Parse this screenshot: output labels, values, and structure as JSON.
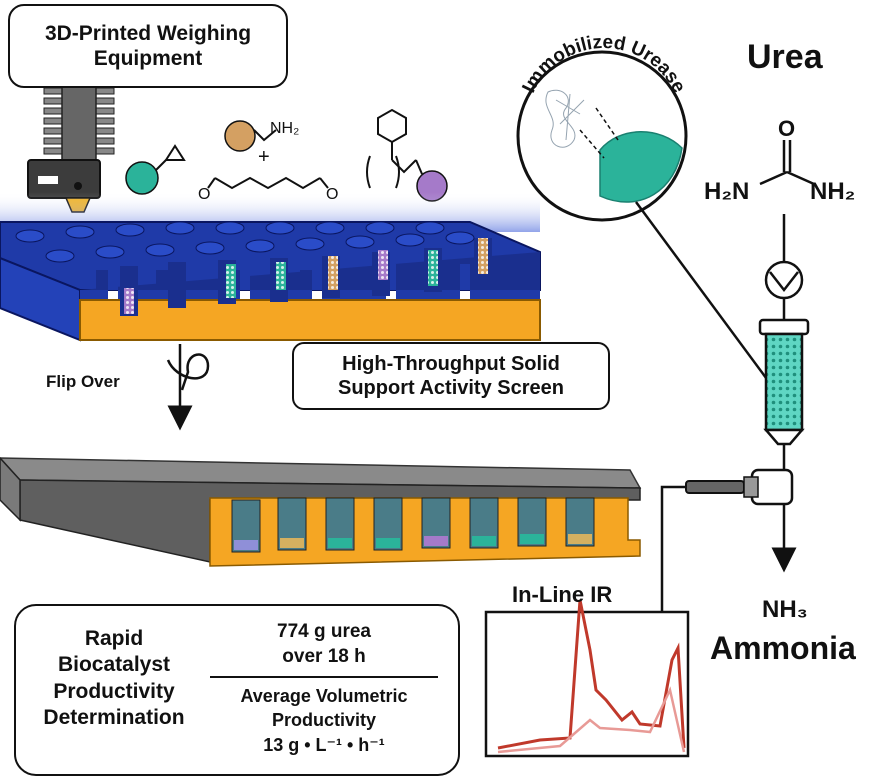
{
  "title_box": {
    "line1": "3D-Printed Weighing",
    "line2": "Equipment"
  },
  "arc_label": "Immobilized Urease",
  "urea_title": "Urea",
  "urea_structure": {
    "oxygen": "O",
    "left_amine": "H₂N",
    "right_amine": "NH₂"
  },
  "reagents": {
    "amine": "NH₂",
    "plus": "+",
    "aldehyde_o_left": "O",
    "aldehyde_o_right": "O"
  },
  "screen_box": {
    "line1": "High-Throughput Solid",
    "line2": "Support Activity Screen"
  },
  "flip_label": "Flip Over",
  "ir_label": "In-Line IR",
  "product": {
    "formula": "NH₃",
    "name": "Ammonia"
  },
  "results_box": {
    "left_lines": [
      "Rapid",
      "Biocatalyst",
      "Productivity",
      "Determination"
    ],
    "top_line1": "774 g urea",
    "top_line2": "over 18 h",
    "bottom_line1": "Average Volumetric",
    "bottom_line2": "Productivity",
    "bottom_line3": "13 g • L⁻¹ • h⁻¹"
  },
  "colors": {
    "plate_blue": "#1f3aa8",
    "plate_orange": "#f5a623",
    "teal": "#2bb39a",
    "tan": "#d4a062",
    "purple": "#a57ac9",
    "ir_dark": "#c0392b",
    "ir_light": "#e89a96",
    "grey_plate": "#6b6b6b"
  }
}
